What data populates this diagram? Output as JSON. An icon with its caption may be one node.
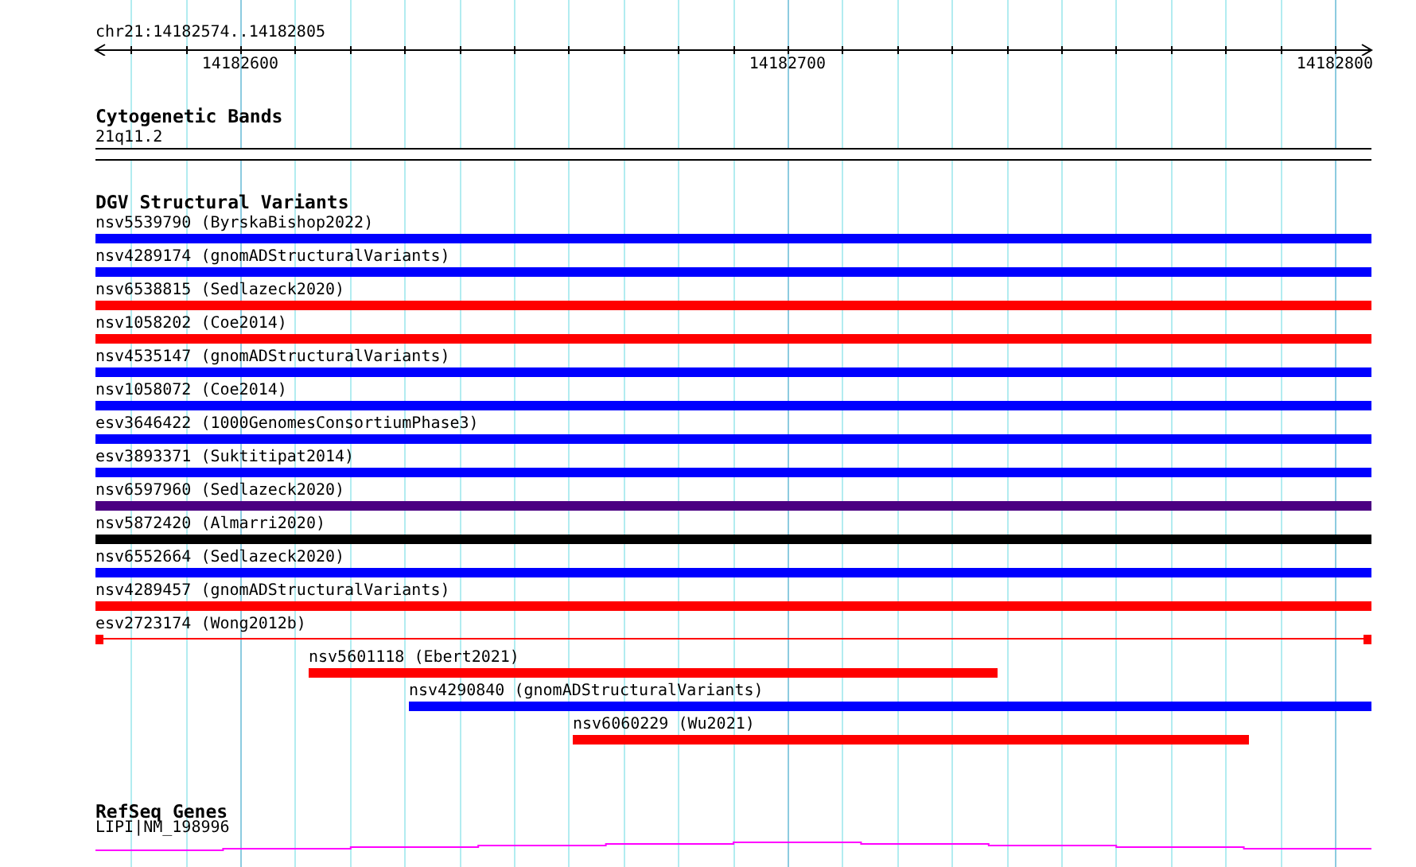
{
  "diagram": {
    "nodes": [
      {
        "text": [
          "21q11.2"
        ]
      },
      {
        "text": [
          "nsv5539790 (ByrskaBishop2022)"
        ]
      },
      {
        "text": [
          "nsv4289174 (gnomADStructuralVariants)"
        ]
      },
      {
        "text": [
          "nsv6538815 (Sedlazeck2020)"
        ]
      },
      {
        "text": [
          "nsv1058202 (Coe2014)"
        ]
      },
      {
        "text": [
          "nsv4535147 (gnomADStructuralVariants)"
        ]
      },
      {
        "text": [
          "nsv1058072 (Coe2014)"
        ]
      },
      {
        "text": [
          "esv3646422 (1000GenomesConsortiumPhase3)"
        ]
      },
      {
        "text": [
          "esv3893371 (Suktitipat2014)"
        ]
      },
      {
        "text": [
          "nsv6597960 (Sedlazeck2020)"
        ]
      },
      {
        "text": [
          "nsv5872420 (Almarri2020)"
        ]
      },
      {
        "text": [
          "nsv6552664 (Sedlazeck2020)"
        ]
      },
      {
        "text": [
          "nsv4289457 (gnomADStructuralVariants)"
        ]
      },
      {
        "text": [
          "esv2723174 (Wong2012b)"
        ]
      },
      {
        "text": [
          "nsv5601118 (Ebert2021)"
        ]
      },
      {
        "text": [
          "nsv4290840 (gnomADStructuralVariants)"
        ]
      },
      {
        "text": [
          "nsv6060229 (Wu2021)"
        ]
      },
      {
        "text": [
          "LIPI|NM_198996"
        ]
      }
    ],
    "labels": [
      "chr21:14182574..14182805",
      "14182600",
      "14182700",
      "14182800",
      "Cytogenetic Bands",
      "DGV Structural Variants",
      "RefSeq Genes"
    ]
  }
}
